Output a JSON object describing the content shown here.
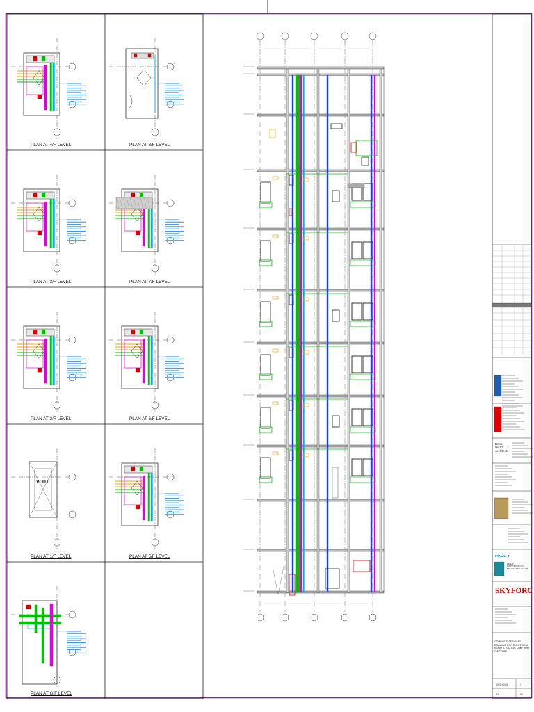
{
  "plans": {
    "p_4f": "PLAN AT 4/F LEVEL",
    "p_8f": "PLAN AT 8/F LEVEL",
    "p_3f": "PLAN AT 3/F LEVEL",
    "p_7f": "PLAN AT 7/F LEVEL",
    "p_2f": "PLAN AT 2/F LEVEL",
    "p_6f": "PLAN AT 6/F LEVEL",
    "p_1f": "PLAN AT 1/F LEVEL",
    "p_5f": "PLAN AT 5/F LEVEL",
    "p_gf": "PLAN AT G/F LEVEL"
  },
  "void_label": "VOID",
  "title_block": {
    "company_1": "PAUL Y",
    "company_1_sub": "PAUL Y. CONSTRUCTION & ENGINEERING CO. LTD.",
    "brand": "SKYFORCE",
    "architect": "Dana Hediz Architects",
    "drawing_title": "COMBINED SERVICES DRAWING FOR ELECTRICAL ROOM AT GL. C9 - C9a FROM G/F TO 8/F",
    "scale": "AS SHOWN",
    "size": "A0",
    "revision": "0",
    "sheet": "A1"
  },
  "colors": {
    "frame": "#7b2d8b",
    "cyan": "#00b0f0",
    "green": "#00c000",
    "magenta": "#e000e0",
    "blue": "#1040ff",
    "orange": "#f0a000",
    "red": "#e00000"
  }
}
